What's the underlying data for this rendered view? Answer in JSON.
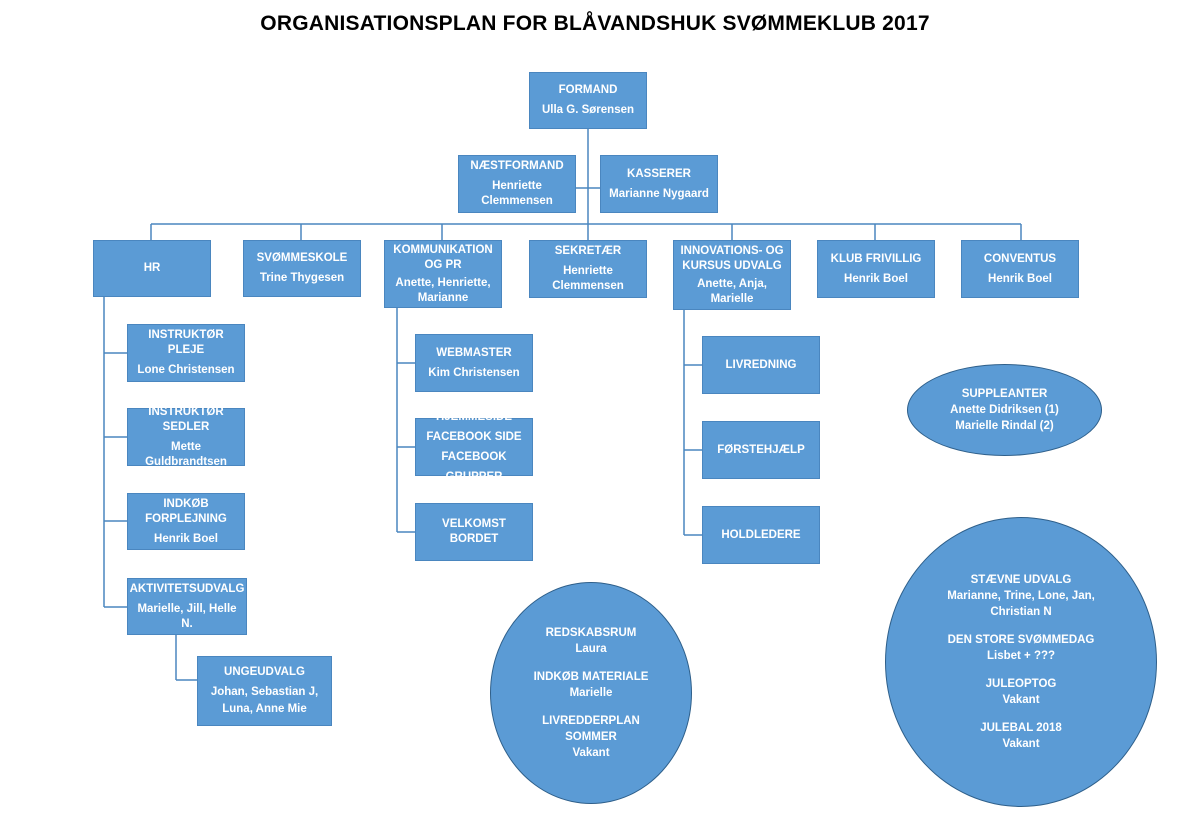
{
  "title": "ORGANISATIONSPLAN FOR BLÅVANDSHUK SVØMMEKLUB 2017",
  "formand": {
    "title": "FORMAND",
    "name": "Ulla G. Sørensen"
  },
  "naestformand": {
    "title": "NÆSTFORMAND",
    "name1": "Henriette",
    "name2": "Clemmensen"
  },
  "kasserer": {
    "title": "KASSERER",
    "name": "Marianne Nygaard"
  },
  "top_row": {
    "hr": {
      "title": "HR"
    },
    "svommeskole": {
      "title": "SVØMMESKOLE",
      "name": "Trine Thygesen"
    },
    "kommunikation": {
      "title1": "KOMMUNIKATION",
      "title2": "OG PR",
      "name1": "Anette, Henriette,",
      "name2": "Marianne"
    },
    "sekretaer": {
      "title": "SEKRETÆR",
      "name1": "Henriette",
      "name2": "Clemmensen"
    },
    "innovation": {
      "title1": "INNOVATIONS- OG",
      "title2": "KURSUS UDVALG",
      "name1": "Anette, Anja,",
      "name2": "Marielle"
    },
    "klub_frivillig": {
      "title": "KLUB FRIVILLIG",
      "name": "Henrik Boel"
    },
    "conventus": {
      "title": "CONVENTUS",
      "name": "Henrik Boel"
    }
  },
  "hr_children": {
    "instruktor_pleje": {
      "title": "INSTRUKTØR PLEJE",
      "name": "Lone Christensen"
    },
    "instruktor_sedler": {
      "title": "INSTRUKTØR SEDLER",
      "name1": "Mette",
      "name2": "Guldbrandtsen"
    },
    "indkob": {
      "title1": "INDKØB",
      "title2": "FORPLEJNING",
      "name": "Henrik Boel"
    },
    "aktivitet": {
      "title": "AKTIVITETSUDVALG",
      "name": "Marielle, Jill, Helle N."
    },
    "ungeudvalg": {
      "title": "UNGEUDVALG",
      "name1": "Johan, Sebastian J,",
      "name2": "Luna, Anne Mie"
    }
  },
  "komm_children": {
    "webmaster": {
      "title": "WEBMASTER",
      "name": "Kim Christensen"
    },
    "hjemmeside": {
      "line1": "HJEMMESIDE",
      "line2": "FACEBOOK SIDE",
      "line3": "FACEBOOK GRUPPER"
    },
    "velkomst": {
      "title": "VELKOMST BORDET"
    }
  },
  "innov_children": {
    "livredning": {
      "title": "LIVREDNING"
    },
    "forstehjaelp": {
      "title": "FØRSTEHJÆLP"
    },
    "holdledere": {
      "title": "HOLDLEDERE"
    }
  },
  "suppleanter": {
    "title": "SUPPLEANTER",
    "name1": "Anette Didriksen (1)",
    "name2": "Marielle Rindal (2)"
  },
  "redskab_ellipse": {
    "redskabsrum": {
      "title": "REDSKABSRUM",
      "name": "Laura"
    },
    "indkob_materiale": {
      "title": "INDKØB MATERIALE",
      "name": "Marielle"
    },
    "livredderplan": {
      "title1": "LIVREDDERPLAN",
      "title2": "SOMMER",
      "name": "Vakant"
    }
  },
  "staevne_ellipse": {
    "staevne": {
      "title": "STÆVNE UDVALG",
      "name1": "Marianne, Trine, Lone, Jan,",
      "name2": "Christian N"
    },
    "svommedag": {
      "title": "DEN STORE SVØMMEDAG",
      "name": "Lisbet + ???"
    },
    "juleoptog": {
      "title": "JULEOPTOG",
      "name": "Vakant"
    },
    "julebal": {
      "title": "JULEBAL 2018",
      "name": "Vakant"
    }
  },
  "colors": {
    "box_fill": "#5b9bd5",
    "box_border": "#4a86bf",
    "connector": "#4a86bf",
    "text": "#ffffff"
  }
}
